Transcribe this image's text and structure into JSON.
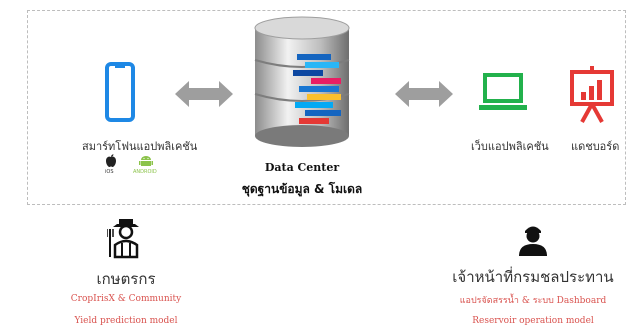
{
  "top": {
    "left_app_label": "สมาร์ทโฟนแอปพลิเคชัน",
    "ios_label": "iOS",
    "android_label": "ANDROID",
    "center_title": "Data Center",
    "center_subtitle": "ชุดฐานข้อมูล & โมเดล",
    "web_app_label": "เว็บแอปพลิเคชัน",
    "dashboard_label": "แดชบอร์ด"
  },
  "bottom": {
    "farmer_title": "เกษตรกร",
    "farmer_line1": "CropIrisX & Community",
    "farmer_line2": "Yield prediction model",
    "officer_title": "เจ้าหน้าที่กรมชลประทาน",
    "officer_line1": "แอปรจัดสรรน้ำ & ระบบ Dashboard",
    "officer_line2": "Reservoir operation model"
  },
  "colors": {
    "phone_blue": "#1e88e5",
    "laptop_green": "#22b14c",
    "dashboard_red": "#e53935",
    "arrow_gray": "#9e9e9e",
    "accent_red": "#d9534f"
  }
}
